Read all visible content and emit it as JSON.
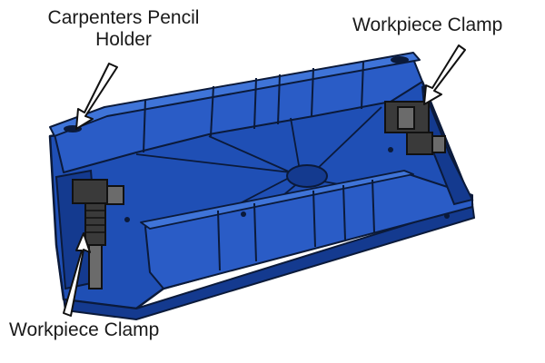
{
  "labels": {
    "pencil_holder_line1": "Carpenters Pencil",
    "pencil_holder_line2": "Holder",
    "clamp_right": "Workpiece Clamp",
    "clamp_left": "Workpiece Clamp"
  },
  "colors": {
    "body": "#1f4fb5",
    "body_dark": "#143a8f",
    "body_light": "#3f74d8",
    "outline": "#0b1a3a",
    "clamp": "#3a3a3a",
    "clamp_light": "#6b6b6b",
    "arrow_fill": "#ffffff"
  }
}
